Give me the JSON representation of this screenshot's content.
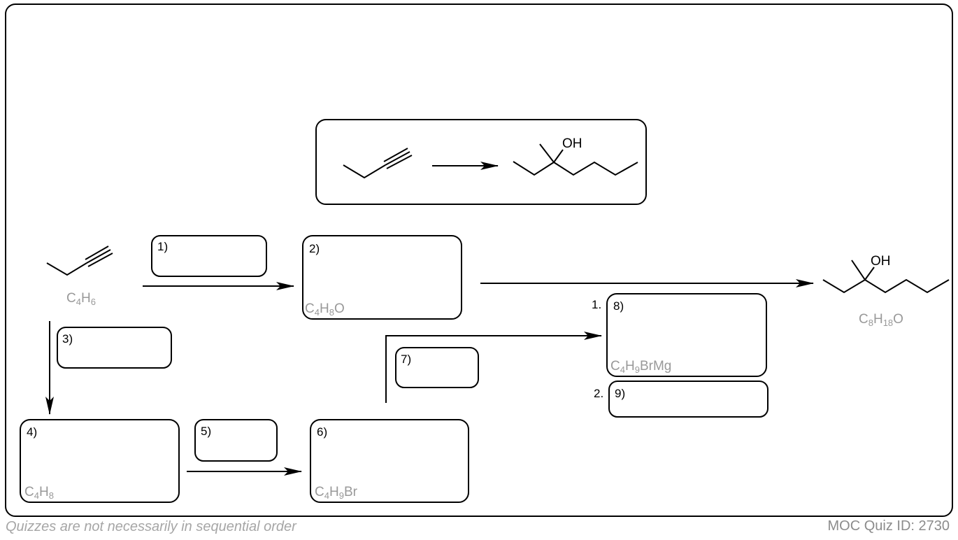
{
  "overview": {
    "product_formula_atom": "OH"
  },
  "scheme": {
    "start_formula": {
      "main": "C",
      "sub1": "4",
      "h": "H",
      "sub2": "6"
    },
    "product_label": "OH",
    "product_formula": {
      "c": "C",
      "sub1": "8",
      "h": "H",
      "sub2": "18",
      "o": "O"
    },
    "boxes": [
      {
        "id": "1",
        "label": "1)"
      },
      {
        "id": "2",
        "label": "2)",
        "formula": {
          "c": "C",
          "s1": "4",
          "h": "H",
          "s2": "8",
          "rest": "O"
        }
      },
      {
        "id": "3",
        "label": "3)"
      },
      {
        "id": "4",
        "label": "4)",
        "formula": {
          "c": "C",
          "s1": "4",
          "h": "H",
          "s2": "8",
          "rest": ""
        }
      },
      {
        "id": "5",
        "label": "5)"
      },
      {
        "id": "6",
        "label": "6)",
        "formula": {
          "c": "C",
          "s1": "4",
          "h": "H",
          "s2": "9",
          "rest": "Br"
        }
      },
      {
        "id": "7",
        "label": "7)"
      },
      {
        "id": "8",
        "label": "8)",
        "step": "1.",
        "formula": {
          "c": "C",
          "s1": "4",
          "h": "H",
          "s2": "9",
          "rest": "BrMg"
        }
      },
      {
        "id": "9",
        "label": "9)",
        "step": "2."
      }
    ]
  },
  "footer": {
    "note": "Quizzes are not necessarily in sequential order",
    "quiz_id": "MOC Quiz ID: 2730"
  }
}
